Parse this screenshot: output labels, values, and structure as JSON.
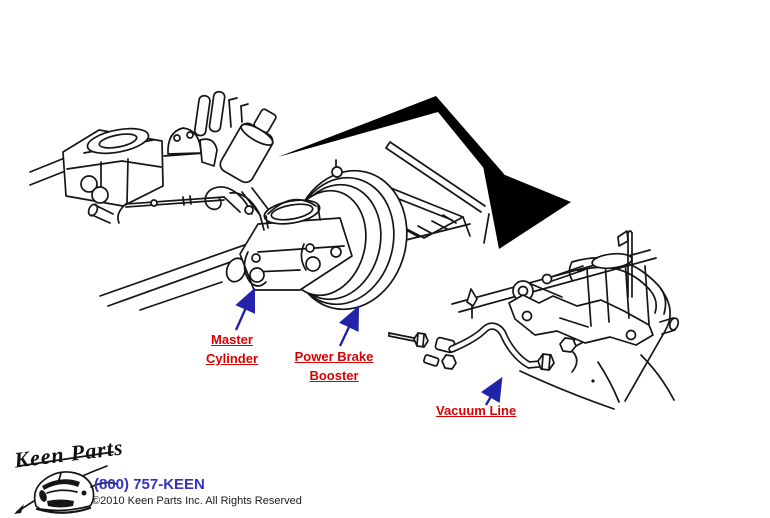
{
  "callouts": {
    "master_cylinder": {
      "label": "Master Cylinder"
    },
    "power_brake_booster": {
      "label": "Power Brake Booster"
    },
    "vacuum_line": {
      "label": "Vacuum Line"
    }
  },
  "icons": {
    "flow_arrow": "large-black-detail-arrow",
    "callout_arrows": "navy-pointer-arrows",
    "car_sketch": "corvette-front-sketch"
  },
  "colors": {
    "label_red": "#d80000",
    "callout_arrow_blue": "#2222aa",
    "phone_blue": "#3333bb",
    "line_art": "#151515"
  },
  "footer": {
    "brand": "Keen Parts",
    "phone": "(800) 757-KEEN",
    "copyright": "©2010 Keen Parts Inc. All Rights Reserved"
  }
}
